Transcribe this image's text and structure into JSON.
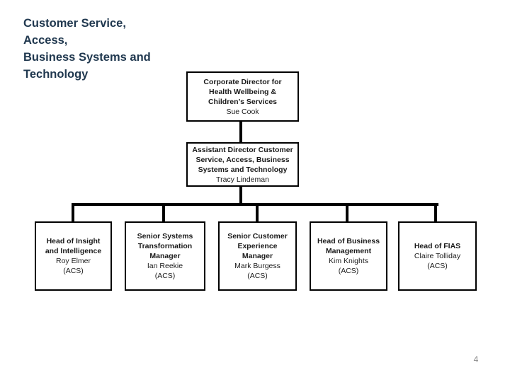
{
  "slide": {
    "title_lines": [
      "Customer Service,",
      "Access,",
      "Business Systems and",
      "Technology"
    ],
    "page_number": "4"
  },
  "colors": {
    "background": "#ffffff",
    "title_text": "#20384F",
    "box_border": "#000000",
    "box_text": "#1a1a1a",
    "connector": "#000000",
    "page_number": "#8a8a8a"
  },
  "org_chart": {
    "nodes": {
      "corporate_director": {
        "title_lines": [
          "Corporate Director for",
          "Health Wellbeing &",
          "Children’s Services"
        ],
        "person": "Sue Cook"
      },
      "assistant_director": {
        "title_lines": [
          "Assistant Director Customer",
          "Service, Access, Business",
          "Systems and Technology"
        ],
        "person": "Tracy Lindeman"
      },
      "head_insight": {
        "title_lines": [
          "Head of Insight",
          "and Intelligence"
        ],
        "person": "Roy Elmer",
        "org": "(ACS)"
      },
      "senior_systems": {
        "title_lines": [
          "Senior Systems",
          "Transformation",
          "Manager"
        ],
        "person": "Ian Reekie",
        "org": "(ACS)"
      },
      "senior_customer": {
        "title_lines": [
          "Senior Customer",
          "Experience",
          "Manager"
        ],
        "person": "Mark Burgess",
        "org": "(ACS)"
      },
      "head_business": {
        "title_lines": [
          "Head of Business",
          "Management"
        ],
        "person": "Kim Knights",
        "org": "(ACS)"
      },
      "head_fias": {
        "title_bold": "Head of",
        "title_rest": " FIAS",
        "person": "Claire Tolliday",
        "org": "(ACS)"
      }
    }
  }
}
